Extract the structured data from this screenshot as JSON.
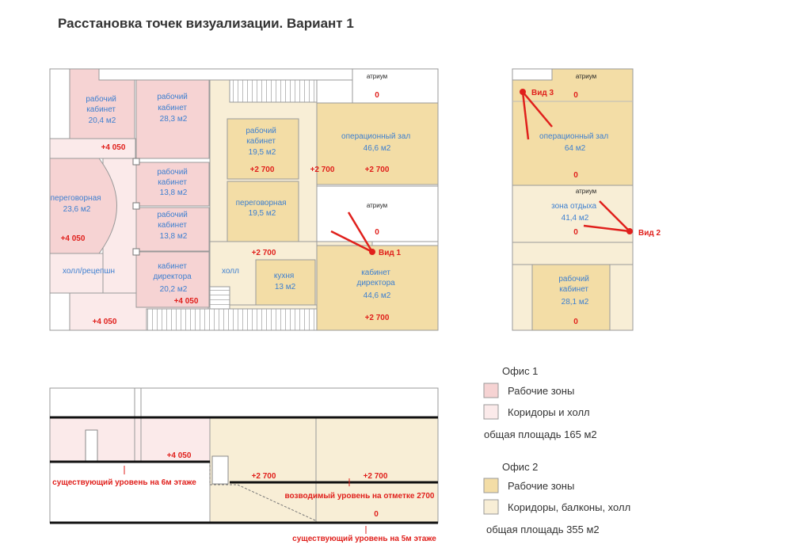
{
  "title": "Расстановка точек визуализации. Вариант 1",
  "colors": {
    "office1_work": "#f6d3d3",
    "office1_corridor": "#fbeaea",
    "office2_work": "#f3dda6",
    "office2_corridor": "#f8eed6",
    "level_text": "#e0201c",
    "room_text": "#3d7fd0",
    "wall": "#9a9a9a"
  },
  "plan1": {
    "rooms": [
      {
        "id": "r1",
        "lines": [
          "рабочий",
          "кабинет",
          "20,4 м2"
        ]
      },
      {
        "id": "r2",
        "lines": [
          "рабочий",
          "кабинет",
          "28,3 м2"
        ]
      },
      {
        "id": "r3",
        "lines": [
          "переговорная",
          "23,6 м2"
        ]
      },
      {
        "id": "r4",
        "lines": [
          "рабочий",
          "кабинет",
          "13,8 м2"
        ]
      },
      {
        "id": "r5",
        "lines": [
          "рабочий",
          "кабинет",
          "13,8 м2"
        ]
      },
      {
        "id": "r6",
        "lines": [
          "кабинет",
          "директора",
          "20,2 м2"
        ]
      },
      {
        "id": "r7",
        "lines": [
          "холл/рецепшн"
        ]
      },
      {
        "id": "r8",
        "lines": [
          "рабочий",
          "кабинет",
          "19,5 м2"
        ]
      },
      {
        "id": "r9",
        "lines": [
          "переговорная",
          "19,5 м2"
        ]
      },
      {
        "id": "r10",
        "lines": [
          "операционный зал",
          "46,6 м2"
        ]
      },
      {
        "id": "r11",
        "lines": [
          "холл"
        ]
      },
      {
        "id": "r12",
        "lines": [
          "кухня",
          "13 м2"
        ]
      },
      {
        "id": "r13",
        "lines": [
          "кабинет",
          "директора",
          "44,6 м2"
        ]
      }
    ],
    "atrium_labels": [
      "атриум",
      "атриум"
    ],
    "levels": [
      "+4 050",
      "+4 050",
      "+4 050",
      "+4 050",
      "+2 700",
      "+2 700",
      "+2 700",
      "+2 700",
      "0",
      "0"
    ],
    "view_label": "Вид 1"
  },
  "plan2": {
    "rooms": [
      {
        "id": "s1",
        "lines": [
          "операционный зал",
          "64 м2"
        ]
      },
      {
        "id": "s2",
        "lines": [
          "зона отдыха",
          "41,4 м2"
        ]
      },
      {
        "id": "s3",
        "lines": [
          "рабочий",
          "кабинет",
          "28,1 м2"
        ]
      }
    ],
    "atrium_labels": [
      "атриум",
      "атриум"
    ],
    "levels": [
      "0",
      "0",
      "0",
      "0"
    ],
    "view_labels": [
      "Вид 3",
      "Вид 2"
    ]
  },
  "section": {
    "levels": [
      "+4 050",
      "+2 700",
      "+2 700",
      "0"
    ],
    "notes": [
      "существующий уровень на 6м этаже",
      "возводимый уровень на отметке  2700",
      "существующий уровень на 5м этаже"
    ]
  },
  "legend": {
    "office1": {
      "title": "Офис 1",
      "items": [
        "Рабочие зоны",
        "Коридоры и холл"
      ],
      "area": "общая площадь 165 м2"
    },
    "office2": {
      "title": "Офис 2",
      "items": [
        "Рабочие зоны",
        "Коридоры, балконы, холл"
      ],
      "area": "общая площадь 355 м2"
    }
  }
}
